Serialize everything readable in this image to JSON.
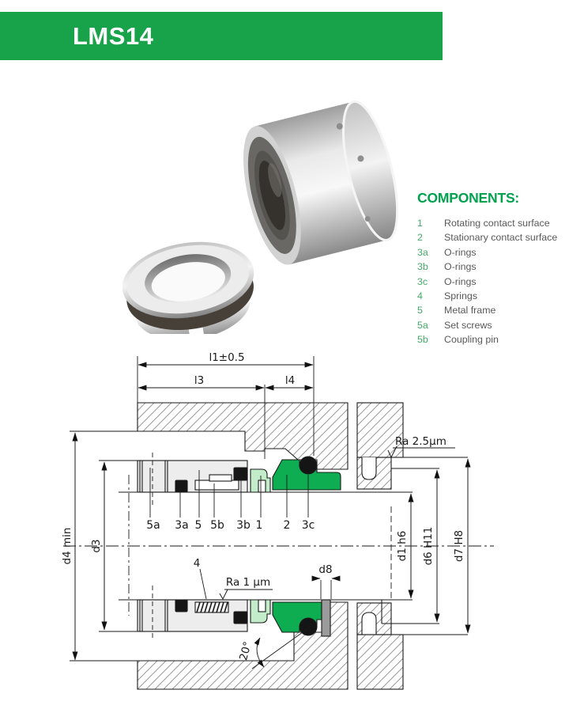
{
  "header": {
    "title": "LMS14",
    "accent_color": "#18a34b"
  },
  "components": {
    "title": "COMPONENTS:",
    "items": [
      {
        "id": "1",
        "label": "Rotating contact surface"
      },
      {
        "id": "2",
        "label": "Stationary contact surface"
      },
      {
        "id": "3a",
        "label": "O-rings"
      },
      {
        "id": "3b",
        "label": "O-rings"
      },
      {
        "id": "3c",
        "label": "O-rings"
      },
      {
        "id": "4",
        "label": "Springs"
      },
      {
        "id": "5",
        "label": "Metal frame"
      },
      {
        "id": "5a",
        "label": "Set screws"
      },
      {
        "id": "5b",
        "label": "Coupling pin"
      }
    ]
  },
  "drawing": {
    "dimensions": {
      "l1": "l1±0.5",
      "l3": "l3",
      "l4": "l4",
      "d1": "d1  h6",
      "d3": "d3",
      "d4": "d4  min",
      "d6": "d6  H11",
      "d7": "d7  H8",
      "d8": "d8",
      "ra_top": "Ra  2.5µm",
      "ra_bottom": "Ra  1 µm",
      "spring_ref": "4",
      "angle": "20°"
    },
    "part_labels": [
      "5a",
      "3a",
      "5",
      "5b",
      "3b",
      "1",
      "2",
      "3c"
    ],
    "colors": {
      "seat_green": "#0ead51",
      "face_green": "#c3ecca",
      "frame_gray": "#ededed",
      "pin_gray": "#9b9b9b",
      "hatch_gray": "#9a9a9a",
      "line": "#1a1a1a"
    }
  }
}
